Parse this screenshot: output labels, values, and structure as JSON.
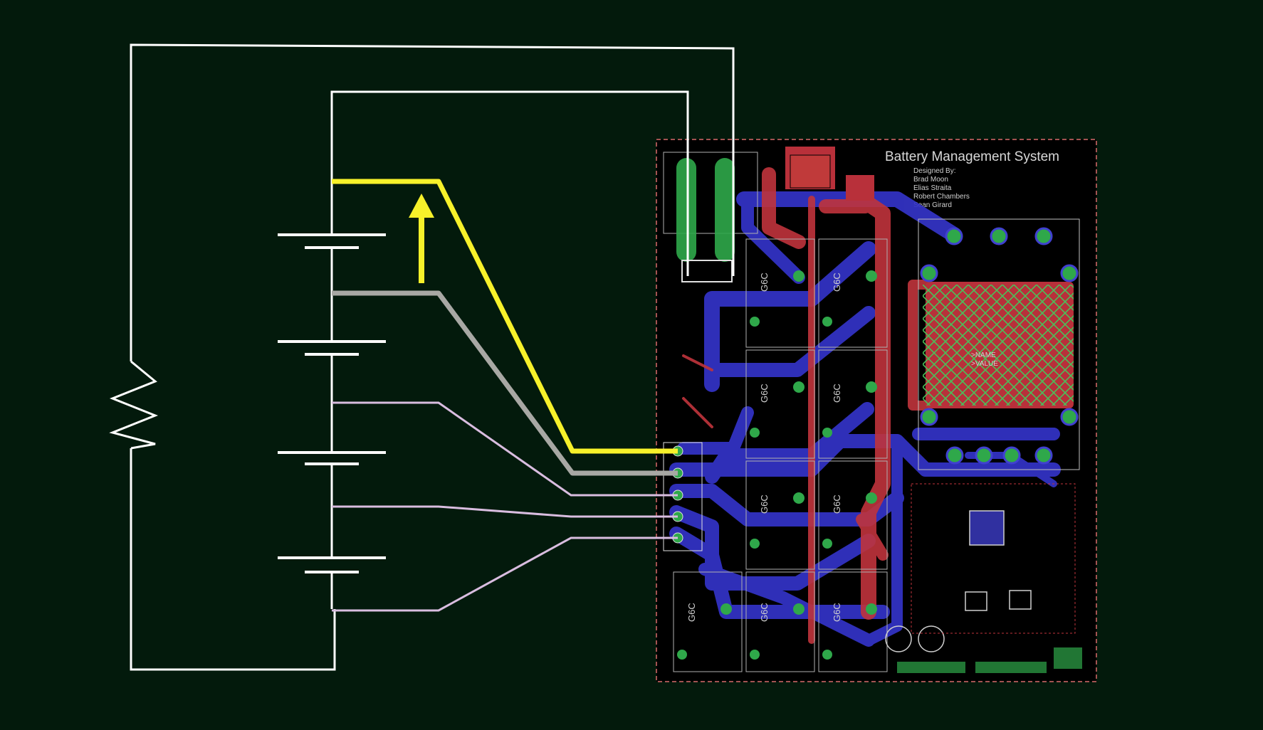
{
  "board": {
    "title": "Battery Management System",
    "credits_heading": "Designed By:",
    "designers": [
      "Brad Moon",
      "Elias Straita",
      "Robert Chambers",
      "Sean Girard"
    ],
    "placeholder_name": ">NAME",
    "placeholder_value": ">VALUE",
    "cap_label": "G6C"
  },
  "colors": {
    "background": "#031a0c",
    "wire": "#ffffff",
    "highlight_wire": "#f7f12a",
    "grey_wire": "#a8a8a4",
    "lilac_wire": "#d9bde0",
    "top_copper": "#c8303a",
    "bottom_copper": "#3030c8",
    "pad": "#2fa84a",
    "via": "#40c040"
  },
  "icons": [
    "resistor-icon",
    "battery-cell-icon",
    "up-arrow-icon"
  ]
}
